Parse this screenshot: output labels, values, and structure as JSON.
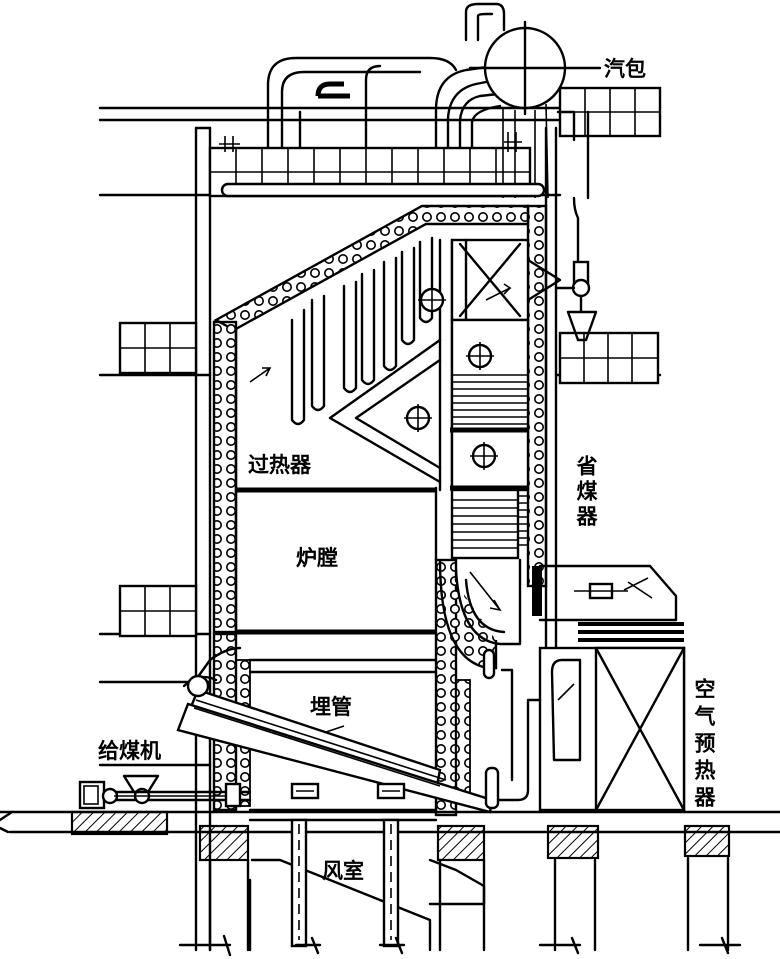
{
  "labels": {
    "drum": "汽包",
    "superheater": "过热器",
    "economizer": "省煤器",
    "furnace": "炉膛",
    "buried_tubes": "埋管",
    "air_preheater": "空气预热器",
    "coal_feeder": "给煤机",
    "wind_box": "风室"
  },
  "colors": {
    "ink": "#000000",
    "paper": "#ffffff"
  }
}
